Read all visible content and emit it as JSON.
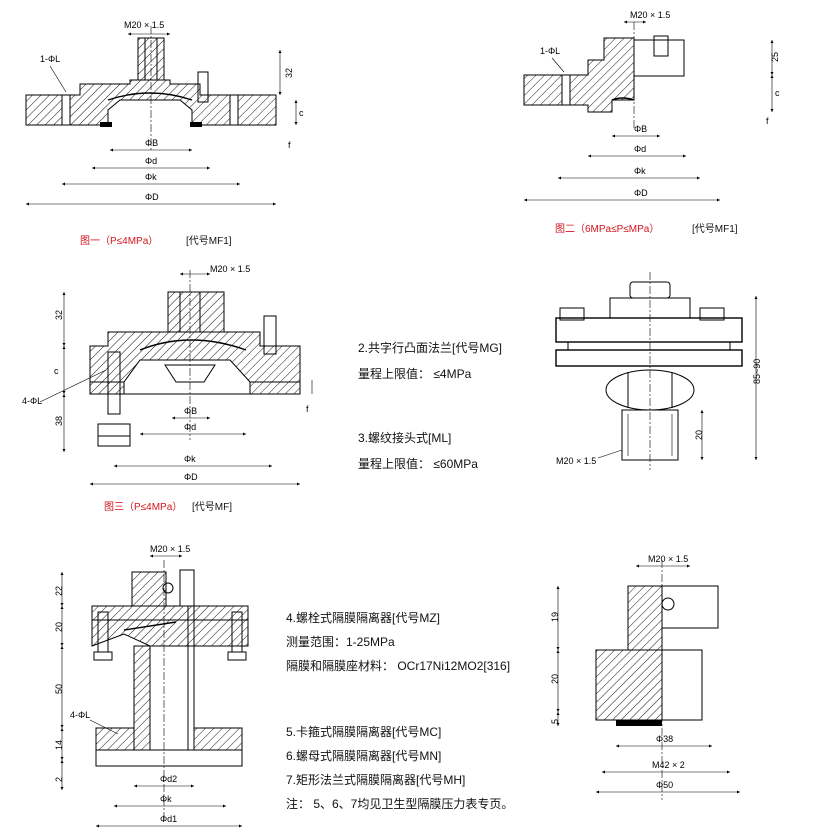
{
  "fig1": {
    "thread": "M20 × 1.5",
    "hole": "1-ΦL",
    "dim_32": "32",
    "dim_c": "c",
    "dim_f": "f",
    "phiB": "ΦB",
    "phid": "Φd",
    "phik": "Φk",
    "phiD": "ΦD",
    "caption_red": "图一（P≤4MPa）",
    "caption_code": "[代号MF1]"
  },
  "fig2": {
    "thread": "M20 × 1.5",
    "hole": "1-ΦL",
    "dim_25": "25",
    "dim_c": "c",
    "dim_f": "f",
    "phiB": "ΦB",
    "phid": "Φd",
    "phik": "Φk",
    "phiD": "ΦD",
    "caption_red": "图二（6MPa≤P≤MPa）",
    "caption_code": "[代号MF1]"
  },
  "fig3": {
    "thread": "M20 × 1.5",
    "hole": "4-ΦL",
    "dim_32": "32",
    "dim_c": "c",
    "dim_38": "38",
    "dim_f": "f",
    "phiB": "ΦB",
    "phid": "Φd",
    "phik": "Φk",
    "phiD": "ΦD",
    "caption_red": "图三（P≤4MPa）",
    "caption_code": "[代号MF]"
  },
  "fig_ml": {
    "dim_85": "85~90",
    "dim_20": "20",
    "thread": "M20 × 1.5"
  },
  "text_mid": {
    "item2": "2.共字行凸面法兰[代号MG]",
    "item2_range": "量程上限值：  ≤4MPa",
    "item3": "3.螺纹接头式[ML]",
    "item3_range": "量程上限值：  ≤60MPa"
  },
  "fig4": {
    "thread": "M20 × 1.5",
    "hole": "4-ΦL",
    "dim_22": "22",
    "dim_20": "20",
    "dim_50": "50",
    "dim_14": "14",
    "dim_2": "2",
    "phid2": "Φd2",
    "phik": "Φk",
    "phid1": "Φd1"
  },
  "text_bottom": {
    "item4": "4.螺栓式隔膜隔离器[代号MZ]",
    "item4_range": "测量范围：1-25MPa",
    "item4_material": "隔膜和隔膜座材料：  OCr17Ni12MO2[316]",
    "item5": "5.卡箍式隔膜隔离器[代号MC]",
    "item6": "6.螺母式隔膜隔离器[代号MN]",
    "item7": "7.矩形法兰式隔膜隔离器[代号MH]",
    "note": "注：  5、6、7均见卫生型隔膜压力表专页。"
  },
  "fig_mn": {
    "thread": "M20 × 1.5",
    "dim_19": "19",
    "dim_20": "20",
    "dim_5": "5",
    "phi38": "Φ38",
    "m42": "M42 × 2",
    "phi50": "Φ50"
  }
}
